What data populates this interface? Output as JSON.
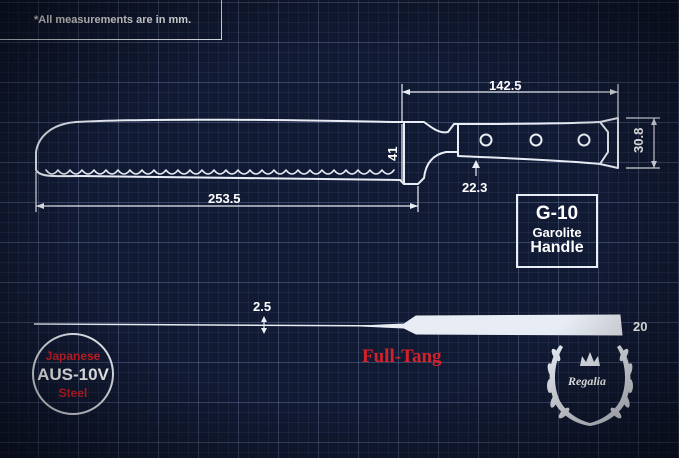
{
  "note": "*All measurements are in mm.",
  "dimensions": {
    "handle_length": "142.5",
    "handle_height": "30.8",
    "blade_height": "41",
    "bolster_offset": "22.3",
    "blade_length": "253.5",
    "spine_thickness": "2.5",
    "tang_thickness": "20"
  },
  "handle_material": {
    "line1": "G-10",
    "line2": "Garolite",
    "line3": "Handle"
  },
  "steel": {
    "line1": "Japanese",
    "line2": "AUS-10V",
    "line3": "Steel"
  },
  "tang_label": "Full-Tang",
  "brand": "Regalia",
  "colors": {
    "background": "#111a33",
    "line": "#e8ecf4",
    "accent_red": "#d4212a"
  }
}
